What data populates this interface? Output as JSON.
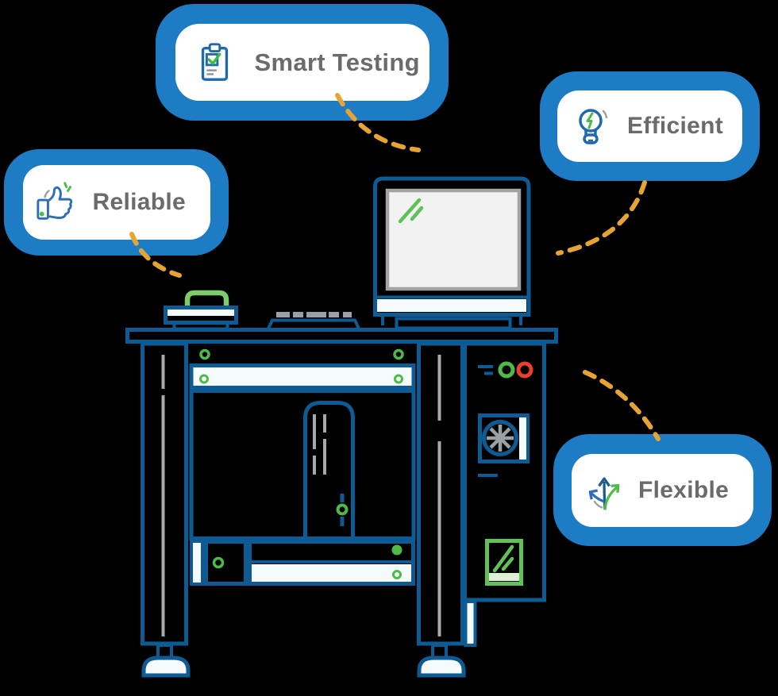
{
  "badges": [
    {
      "label": "Smart Testing",
      "icon": "clipboard-check-icon"
    },
    {
      "label": "Efficient",
      "icon": "lightbulb-bolt-icon"
    },
    {
      "label": "Reliable",
      "icon": "thumbs-up-icon"
    },
    {
      "label": "Flexible",
      "icon": "branching-arrows-icon"
    }
  ],
  "colors": {
    "background": "#000000",
    "badge_fill": "#1E7CC4",
    "badge_card": "#FFFFFF",
    "label_text": "#6B6B6B",
    "machine_outline": "#0E5B94",
    "accent_green": "#4FBA47",
    "light_green": "#7CCB6C",
    "status_red": "#E8402E",
    "connector_amber": "#E7A433",
    "detail_gray": "#9CA1A6",
    "screen_fill": "#F2F2F2",
    "panel_white": "#F5FAFD"
  },
  "machine": {
    "parts": [
      "monitor",
      "screen",
      "keyboard",
      "carry-box",
      "table-top",
      "left-leg",
      "right-leg",
      "control-panel",
      "status-lights",
      "cooling-fan",
      "display-window",
      "frame",
      "test-column",
      "conveyor"
    ]
  }
}
